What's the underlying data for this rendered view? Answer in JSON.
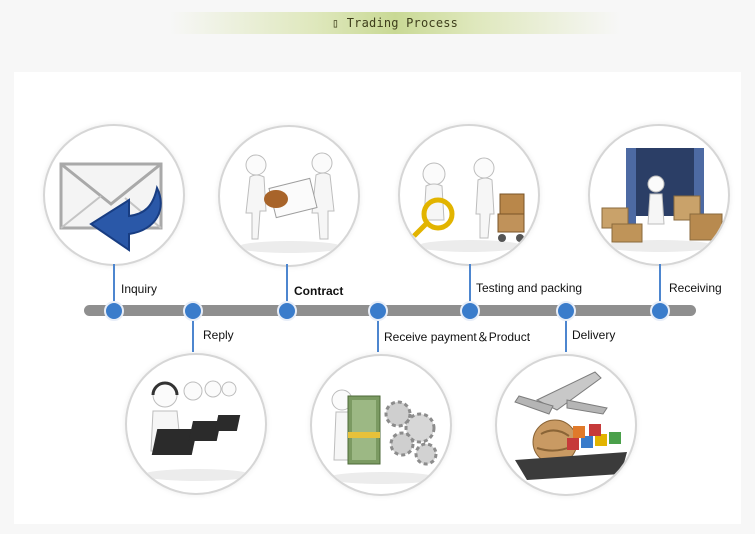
{
  "title": "▯ Trading Process",
  "steps": {
    "inquiry": "Inquiry",
    "reply": "Reply",
    "contract": "Contract",
    "receive_payment": "Receive payment＆Product",
    "testing": "Testing and packing",
    "delivery": "Delivery",
    "receiving": "Receiving"
  },
  "colors": {
    "timeline_dot": "#3a7ccb",
    "timeline_bar": "#8f8f8f",
    "banner": "#c9d995"
  },
  "icons": [
    "envelope-reply-icon",
    "call-center-icon",
    "contract-handshake-icon",
    "money-gears-icon",
    "testing-magnifier-icon",
    "delivery-plane-ship-icon",
    "container-receiving-icon"
  ]
}
